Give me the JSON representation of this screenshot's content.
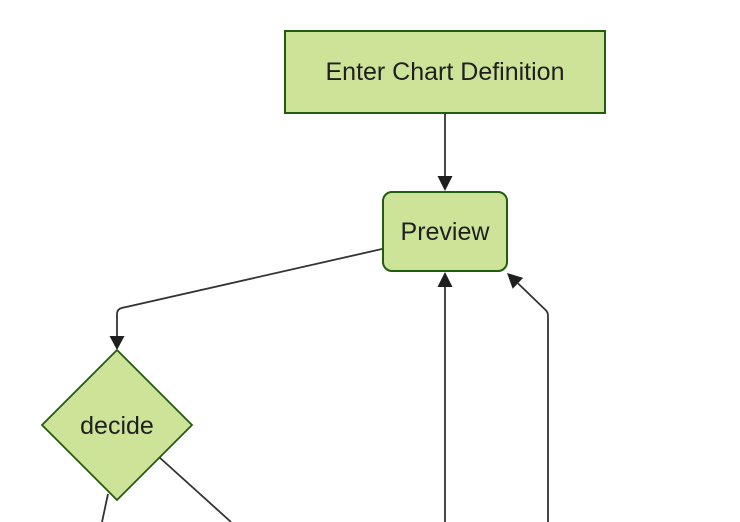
{
  "diagram": {
    "type": "flowchart",
    "direction": "top-down",
    "nodes": [
      {
        "id": "enter-chart-definition",
        "label": "Enter Chart Definition",
        "shape": "rectangle"
      },
      {
        "id": "preview",
        "label": "Preview",
        "shape": "rounded-rectangle"
      },
      {
        "id": "decide",
        "label": "decide",
        "shape": "diamond"
      }
    ],
    "edges": [
      {
        "from": "enter-chart-definition",
        "to": "preview",
        "arrowhead": true,
        "route": "straight-down"
      },
      {
        "from": "preview",
        "to": "decide",
        "arrowhead": true,
        "route": "diagonal-then-down"
      },
      {
        "from": "offscreen-bottom",
        "to": "preview",
        "arrowhead": true,
        "route": "straight-up"
      },
      {
        "from": "offscreen-bottom",
        "to": "preview",
        "arrowhead": true,
        "route": "up-then-diagonal-to-corner"
      },
      {
        "from": "decide",
        "to": "offscreen-bottom-left",
        "arrowhead": false,
        "route": "diagonal-down"
      },
      {
        "from": "decide",
        "to": "offscreen-bottom-right",
        "arrowhead": false,
        "route": "diagonal-down"
      }
    ],
    "theme": {
      "node_fill": "#cde498",
      "node_border": "#225c11",
      "edge_color": "#333333",
      "arrowhead_color": "#1f1f1f",
      "text_color": "#1f1f1f",
      "background": "#ffffff"
    }
  }
}
